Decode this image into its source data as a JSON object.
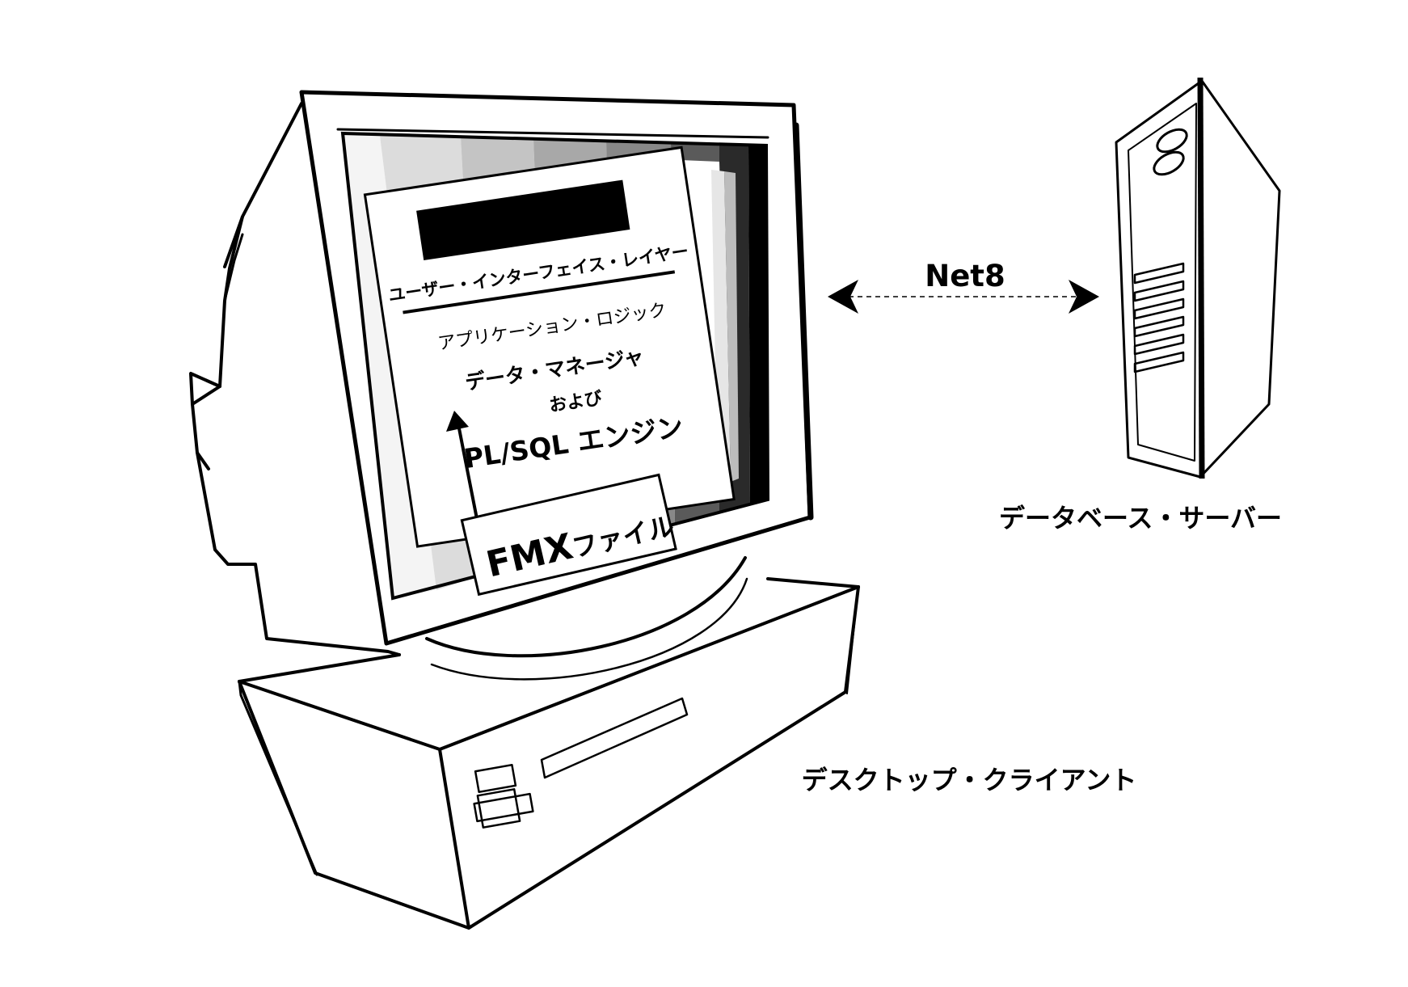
{
  "screen": {
    "runtime_title": "Runtime",
    "layer_ui": "ユーザー・インターフェイス・レイヤー",
    "layer_app": "アプリケーション・ロジック",
    "layer_data": "データ・マネージャ",
    "layer_and": "および",
    "layer_engine": "PL/SQL エンジン",
    "fmx_prefix": "FMX",
    "fmx_suffix": "ファイル"
  },
  "labels": {
    "protocol": "Net8",
    "server": "データベース・サーバー",
    "client": "デスクトップ・クライアント"
  },
  "colors": {
    "ink": "#000000",
    "paper": "#ffffff"
  }
}
